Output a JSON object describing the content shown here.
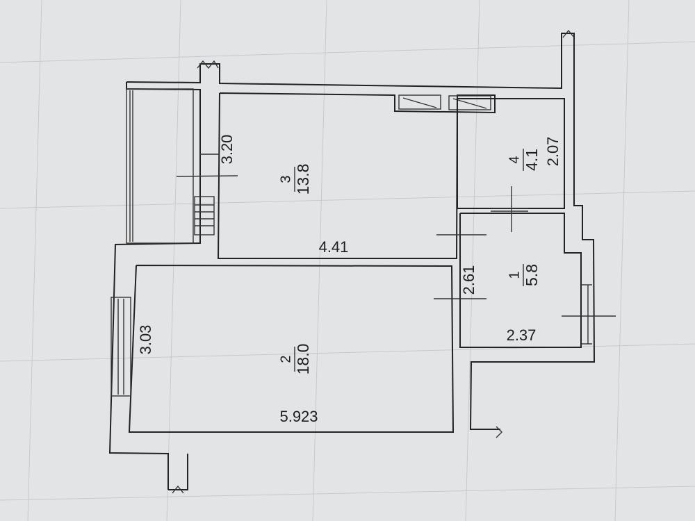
{
  "plan": {
    "rooms": [
      {
        "number": "1",
        "area": "5.8"
      },
      {
        "number": "2",
        "area": "18.0"
      },
      {
        "number": "3",
        "area": "13.8"
      },
      {
        "number": "4",
        "area": "4.1"
      }
    ],
    "dimensions": [
      {
        "value": "3.20"
      },
      {
        "value": "4.41"
      },
      {
        "value": "2.07"
      },
      {
        "value": "2.61"
      },
      {
        "value": "2.37"
      },
      {
        "value": "3.03"
      },
      {
        "value": "5.923"
      }
    ]
  }
}
